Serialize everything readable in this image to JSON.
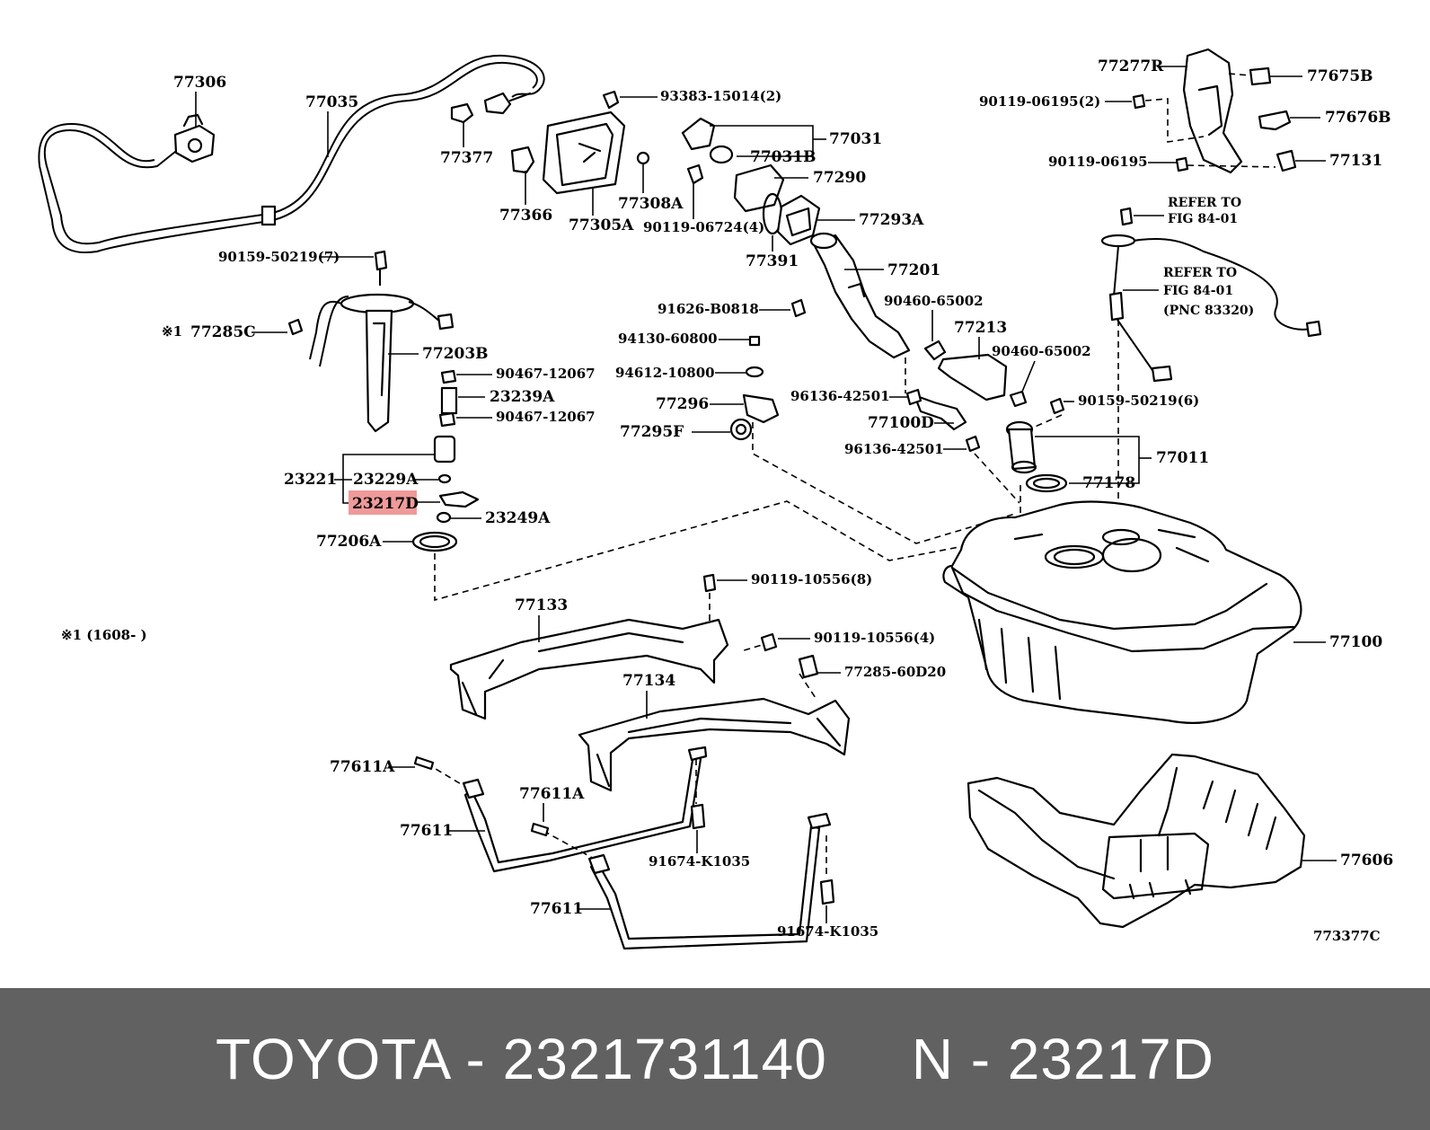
{
  "diagram": {
    "labels": {
      "p77306": "77306",
      "p77035": "77035",
      "p77377": "77377",
      "p77366": "77366",
      "p93383": "93383-15014(2)",
      "p77305A": "77305A",
      "p77308A": "77308A",
      "p77031": "77031",
      "p77031B": "77031B",
      "p77290": "77290",
      "p90119_06724": "90119-06724(4)",
      "p77293A": "77293A",
      "p77391": "77391",
      "p77201": "77201",
      "p77277R": "77277R",
      "p77675B": "77675B",
      "p90119_06195_2": "90119-06195(2)",
      "p77676B": "77676B",
      "p90119_06195": "90119-06195",
      "p77131": "77131",
      "refer1a": "REFER TO",
      "refer1b": "FIG 84-01",
      "refer2a": "REFER TO",
      "refer2b": "FIG 84-01",
      "refer2c": "(PNC 83320)",
      "p90159_50219_7": "90159-50219(7)",
      "note_mark": "※1",
      "p77285C": "77285C",
      "p77203B": "77203B",
      "p90467_a": "90467-12067",
      "p23239A": "23239A",
      "p90467_b": "90467-12067",
      "p23221": "23221",
      "p23229A": "23229A",
      "p23217D": "23217D",
      "p23249A": "23249A",
      "p77206A": "77206A",
      "note": "※1 (1608-      )",
      "p91626": "91626-B0818",
      "p94130": "94130-60800",
      "p94612": "94612-10800",
      "p77296": "77296",
      "p77295F": "77295F",
      "p90460_a": "90460-65002",
      "p77213": "77213",
      "p90460_b": "90460-65002",
      "p96136_a": "96136-42501",
      "p77100D": "77100D",
      "p90159_50219_6": "90159-50219(6)",
      "p96136_b": "96136-42501",
      "p77011": "77011",
      "p77178": "77178",
      "p90119_10556_8": "90119-10556(8)",
      "p77133": "77133",
      "p90119_10556_4": "90119-10556(4)",
      "p77285_60D20": "77285-60D20",
      "p77134": "77134",
      "p77100": "77100",
      "p77611A_a": "77611A",
      "p77611A_b": "77611A",
      "p77611_a": "77611",
      "p91674_a": "91674-K1035",
      "p77611_b": "77611",
      "p91674_b": "91674-K1035",
      "p77606": "77606",
      "fig_code": "773377C"
    },
    "highlight_color": "#ee9a9a"
  },
  "footer": {
    "text": "TOYOTA - 2321731140     N - 23217D",
    "background": "#616161",
    "text_color": "#ffffff"
  }
}
